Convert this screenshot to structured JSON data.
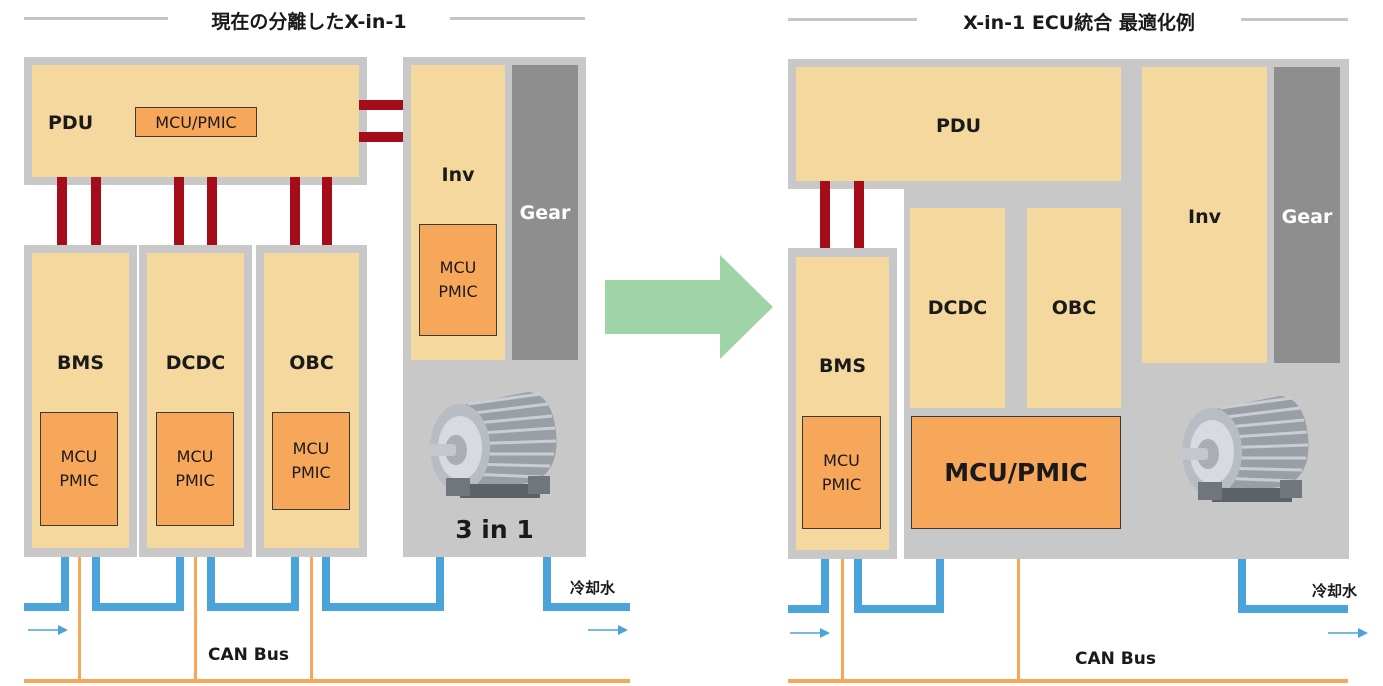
{
  "left": {
    "title": "現在の分離したX-in-1",
    "pdu": "PDU",
    "pdu_chip": "MCU/PMIC",
    "bms": "BMS",
    "dcdc": "DCDC",
    "obc": "OBC",
    "inv": "Inv",
    "gear": "Gear",
    "mcu_line1": "MCU",
    "mcu_line2": "PMIC",
    "three_in_one": "3 in 1",
    "coolant": "冷却水",
    "can_bus": "CAN Bus"
  },
  "right": {
    "title": "X-in-1 ECU統合 最適化例",
    "pdu": "PDU",
    "bms": "BMS",
    "dcdc": "DCDC",
    "obc": "OBC",
    "inv": "Inv",
    "gear": "Gear",
    "mcu_line1": "MCU",
    "mcu_line2": "PMIC",
    "mcu_pmic_big": "MCU/PMIC",
    "coolant": "冷却水",
    "can_bus": "CAN Bus"
  },
  "colors": {
    "housing": "#c8c8c8",
    "module": "#f5d89e",
    "chip": "#f7a75a",
    "gear": "#8e8e8e",
    "hv_cable": "#a50d18",
    "coolant": "#4aa3d9",
    "can_bus": "#f7a75a",
    "arrow": "#9ed4a6"
  },
  "icons": [
    "motor-icon",
    "coolant-flow-arrow-icon",
    "transition-arrow-icon"
  ]
}
